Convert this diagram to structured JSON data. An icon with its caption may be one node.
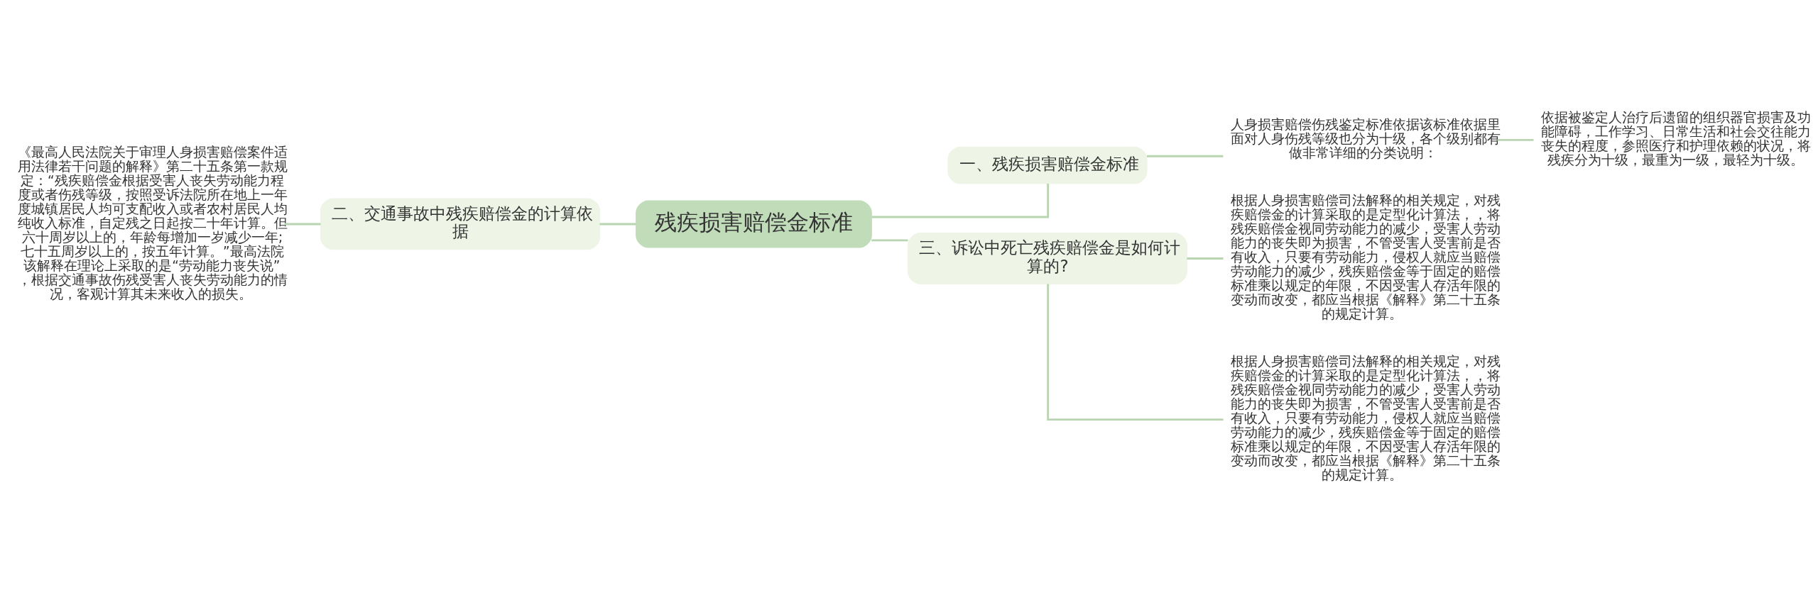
{
  "diagram": {
    "nodes": [
      {
        "text": [
          "残疾损害赔偿金标准"
        ]
      },
      {
        "text": [
          "一、残疾损害赔偿金标准"
        ]
      },
      {
        "text": [
          "人身损害赔偿伤残鉴定标准依据该标准依据里面对人身伤残等级也分为十级，各个级别都有做非常详细的分类说明："
        ]
      },
      {
        "text": [
          "依据被鉴定人治疗后遗留的组织器官损害及功能障碍，工作学习、日常生活和社会交往能力丧失的程度，参照医疗和护理依赖的状况，将残疾分为十级，最重为一级，最轻为十级。"
        ]
      },
      {
        "text": [
          "二、交通事故中残疾赔偿金的计算依据"
        ]
      },
      {
        "text": [
          "《最高人民法院关于审理人身损害赔偿案件适用法律若干问题的解释》第二十五条第一款规定：“残疾赔偿金根据受害人丧失劳动能力程度或者伤残等级，按照受诉法院所在地上一年度城镇居民人均可支配收入或者农村居民人均纯收入标准，自定残之日起按二十年计算。但六十周岁以上的，年龄每增加一岁减少一年;七十五周岁以上的，按五年计算。”最高法院该解释在理论上采取的是“劳动能力丧失说”，根据交通事故伤残受害人丧失劳动能力的情况，客观计算其未来收入的损失。"
        ]
      },
      {
        "text": [
          "三、诉讼中死亡残疾赔偿金是如何计算的?"
        ]
      },
      {
        "text": [
          "根据人身损害赔偿司法解释的相关规定，对残疾赔偿金的计算采取的是定型化计算法，，将残疾赔偿金视同劳动能力的减少，受害人劳动能力的丧失即为损害，不管受害人受害前是否有收入，只要有劳动能力，侵权人就应当赔偿劳动能力的减少，残疾赔偿金等于固定的赔偿标准乘以规定的年限，不因受害人存活年限的变动而改变，都应当根据《解释》第二十五条的规定计算。"
        ]
      },
      {
        "text": [
          "根据人身损害赔偿司法解释的相关规定，对残疾赔偿金的计算采取的是定型化计算法，，将残疾赔偿金视同劳动能力的减少，受害人劳动能力的丧失即为损害，不管受害人受害前是否有收入，只要有劳动能力，侵权人就应当赔偿劳动能力的减少，残疾赔偿金等于固定的赔偿标准乘以规定的年限，不因受害人存活年限的变动而改变，都应当根据《解释》第二十五条的规定计算。"
        ]
      }
    ],
    "edges": [
      {
        "from": 0,
        "to": 1,
        "arrow": "none"
      },
      {
        "from": 1,
        "to": 2,
        "arrow": "none"
      },
      {
        "from": 2,
        "to": 3,
        "arrow": "none"
      },
      {
        "from": 0,
        "to": 4,
        "arrow": "none"
      },
      {
        "from": 4,
        "to": 5,
        "arrow": "none"
      },
      {
        "from": 0,
        "to": 6,
        "arrow": "none"
      },
      {
        "from": 6,
        "to": 7,
        "arrow": "none"
      },
      {
        "from": 6,
        "to": 8,
        "arrow": "none"
      }
    ]
  }
}
